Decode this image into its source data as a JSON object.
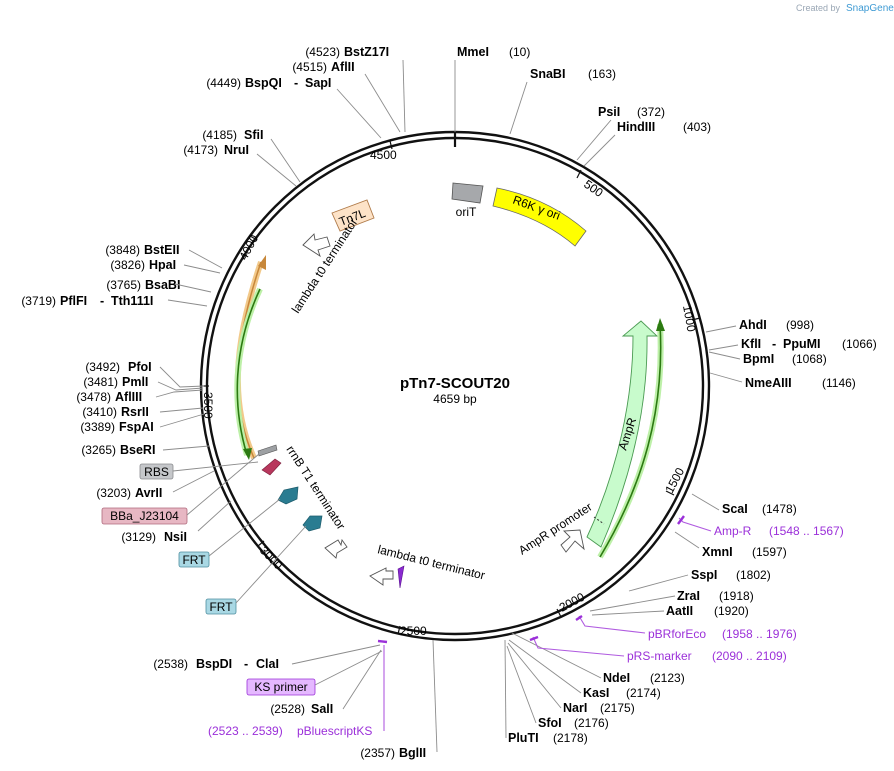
{
  "plasmid": {
    "name": "pTn7-SCOUT20",
    "length_label": "4659 bp"
  },
  "branding": {
    "created_by": "Created by",
    "app": "SnapGene"
  },
  "ticks": [
    "500",
    "1000",
    "1500",
    "2000",
    "2500",
    "3000",
    "3500",
    "4000",
    "4500"
  ],
  "sites": [
    {
      "id": "bstz17i",
      "name": "BstZ17I",
      "pos": "(4523)"
    },
    {
      "id": "aflii",
      "name": "AflII",
      "pos": "(4515)"
    },
    {
      "id": "bspqi",
      "name": "BspQI",
      "name2": "SapI",
      "pos": "(4449)"
    },
    {
      "id": "mmei",
      "name": "MmeI",
      "pos": "(10)"
    },
    {
      "id": "snabi",
      "name": "SnaBI",
      "pos": "(163)"
    },
    {
      "id": "psii",
      "name": "PsiI",
      "pos": "(372)"
    },
    {
      "id": "hindiii",
      "name": "HindIII",
      "pos": "(403)"
    },
    {
      "id": "sfii",
      "name": "SfiI",
      "pos": "(4185)"
    },
    {
      "id": "nrui",
      "name": "NruI",
      "pos": "(4173)"
    },
    {
      "id": "bsteii",
      "name": "BstEII",
      "pos": "(3848)"
    },
    {
      "id": "hpai",
      "name": "HpaI",
      "pos": "(3826)"
    },
    {
      "id": "bsabi",
      "name": "BsaBI",
      "pos": "(3765)"
    },
    {
      "id": "pflfi",
      "name": "PflFI",
      "name2": "Tth111I",
      "pos": "(3719)"
    },
    {
      "id": "ahdi",
      "name": "AhdI",
      "pos": "(998)"
    },
    {
      "id": "kfli",
      "name": "KflI",
      "name2": "PpuMI",
      "pos": "(1066)"
    },
    {
      "id": "bpmi",
      "name": "BpmI",
      "pos": "(1068)"
    },
    {
      "id": "nmeaiii",
      "name": "NmeAIII",
      "pos": "(1146)"
    },
    {
      "id": "pfoi",
      "name": "PfoI",
      "pos": "(3492)"
    },
    {
      "id": "pmli",
      "name": "PmlI",
      "pos": "(3481)"
    },
    {
      "id": "afliii",
      "name": "AflIII",
      "pos": "(3478)"
    },
    {
      "id": "rsrii",
      "name": "RsrII",
      "pos": "(3410)"
    },
    {
      "id": "fspai",
      "name": "FspAI",
      "pos": "(3389)"
    },
    {
      "id": "bseri",
      "name": "BseRI",
      "pos": "(3265)"
    },
    {
      "id": "avrii",
      "name": "AvrII",
      "pos": "(3203)"
    },
    {
      "id": "nsii",
      "name": "NsiI",
      "pos": "(3129)"
    },
    {
      "id": "scai",
      "name": "ScaI",
      "pos": "(1478)"
    },
    {
      "id": "xmni",
      "name": "XmnI",
      "pos": "(1597)"
    },
    {
      "id": "sspi",
      "name": "SspI",
      "pos": "(1802)"
    },
    {
      "id": "zrai",
      "name": "ZraI",
      "pos": "(1918)"
    },
    {
      "id": "aatii",
      "name": "AatII",
      "pos": "(1920)"
    },
    {
      "id": "ndei",
      "name": "NdeI",
      "pos": "(2123)"
    },
    {
      "id": "kasi",
      "name": "KasI",
      "pos": "(2174)"
    },
    {
      "id": "nari",
      "name": "NarI",
      "pos": "(2175)"
    },
    {
      "id": "sfoi",
      "name": "SfoI",
      "pos": "(2176)"
    },
    {
      "id": "pluti",
      "name": "PluTI",
      "pos": "(2178)"
    },
    {
      "id": "bspdi",
      "name": "BspDI",
      "name2": "ClaI",
      "pos": "(2538)"
    },
    {
      "id": "sali",
      "name": "SalI",
      "pos": "(2528)"
    },
    {
      "id": "bglii",
      "name": "BglII",
      "pos": "(2357)"
    }
  ],
  "primers": [
    {
      "id": "amp-r",
      "name": "Amp-R",
      "range": "(1548 .. 1567)"
    },
    {
      "id": "pbrforeco",
      "name": "pBRforEco",
      "range": "(1958 .. 1976)"
    },
    {
      "id": "prs-marker",
      "name": "pRS-marker",
      "range": "(2090 .. 2109)"
    },
    {
      "id": "pbluescriptks",
      "name": "pBluescriptKS",
      "range": "(2523 .. 2539)"
    }
  ],
  "features": {
    "orit": "oriT",
    "r6k": "R6K γ ori",
    "tn7l": "Tn7L",
    "lambda1": "lambda t0 terminator",
    "lambda2": "lambda t0 terminator",
    "ampr": "AmpR",
    "ampr_promoter": "AmpR promoter",
    "rrnb": "rrnB T1 terminator",
    "rbs": "RBS",
    "bba": "BBa_J23104",
    "frt1": "FRT",
    "frt2": "FRT",
    "ks_primer": "KS primer"
  },
  "colors": {
    "r6k": "#ffff00",
    "orit": "#a6a8ab",
    "tn7l": "#fde3c8",
    "ampr": "#c8fbcc",
    "rbs_box": "#c5c7ca",
    "bba_box": "#e7b7c3",
    "frt_box": "#a9d8e4",
    "ks_box": "#e5b8ff",
    "primer": "#9b30d9",
    "frt_arrow": "#2a7c91",
    "rbs_arrow": "#b8375d"
  }
}
